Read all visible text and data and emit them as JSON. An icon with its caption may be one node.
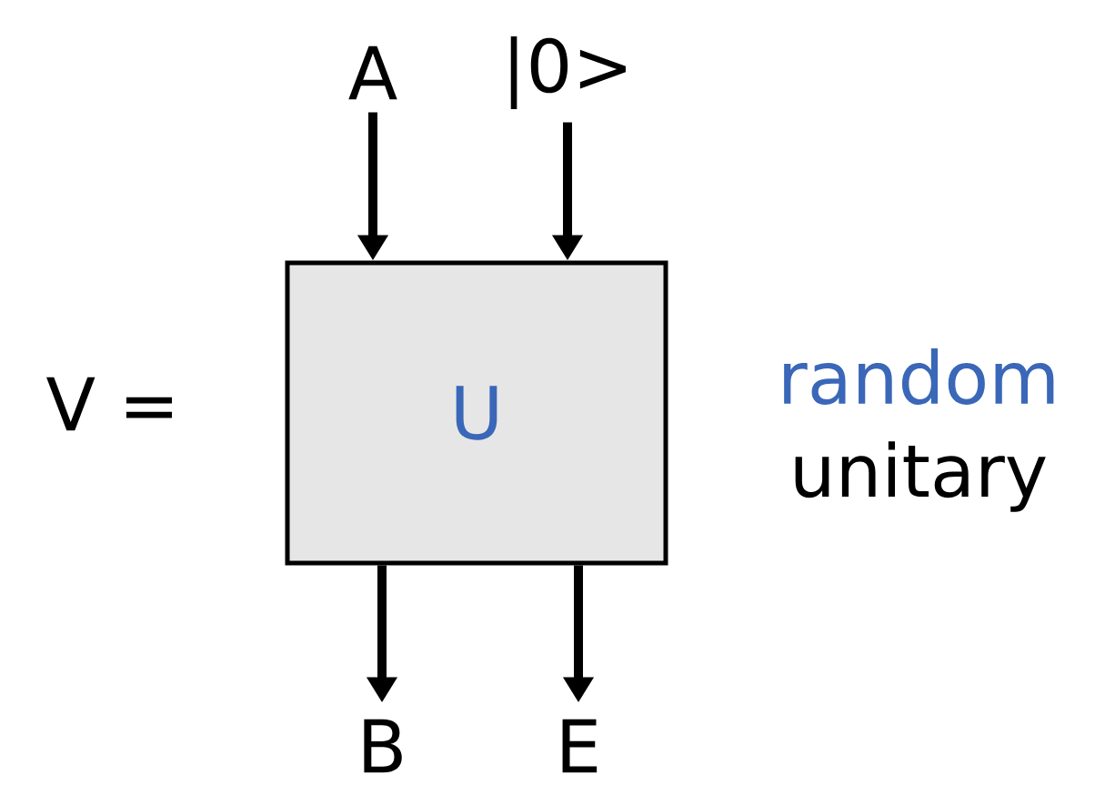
{
  "diagram": {
    "nodes": [
      {
        "text": [
          "A"
        ]
      },
      {
        "text": [
          "|0>"
        ]
      },
      {
        "text": [
          "U"
        ]
      },
      {
        "text": [
          "B"
        ]
      },
      {
        "text": [
          "E"
        ]
      }
    ],
    "edges": [
      {
        "from": 0,
        "to": 2,
        "arrow": "to"
      },
      {
        "from": 1,
        "to": 2,
        "arrow": "to"
      },
      {
        "from": 2,
        "to": 3,
        "arrow": "to"
      },
      {
        "from": 2,
        "to": 4,
        "arrow": "to"
      }
    ],
    "labels": [
      "V =",
      "random",
      "unitary"
    ]
  }
}
